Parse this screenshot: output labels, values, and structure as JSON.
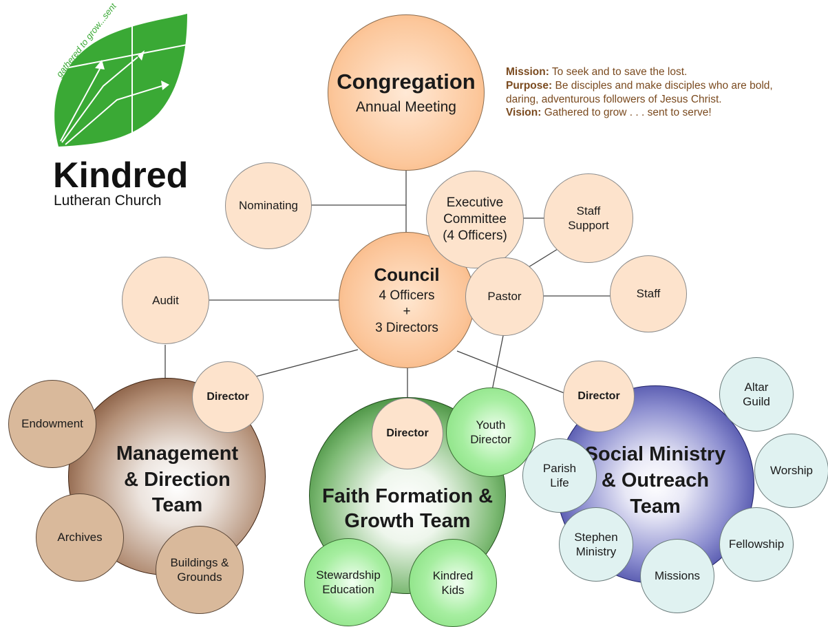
{
  "logo": {
    "tagline": "gathered to grow...sent to serve",
    "name": "Kindred",
    "subname": "Lutheran Church",
    "leaf_color": "#3aa935"
  },
  "info": {
    "mission_label": "Mission:",
    "mission_text": "To seek and to save the lost.",
    "purpose_label": "Purpose:",
    "purpose_text": "Be disciples and make disciples who are bold, daring, adventurous followers of Jesus Christ.",
    "vision_label": "Vision:",
    "vision_text": "Gathered to grow . . . sent to serve!"
  },
  "nodes": {
    "congregation": {
      "title": "Congregation",
      "subtitle": "Annual Meeting"
    },
    "council": {
      "title": "Council",
      "line1": "4 Officers",
      "line2": "+",
      "line3": "3 Directors"
    },
    "nominating": "Nominating",
    "executive": {
      "line1": "Executive",
      "line2": "Committee",
      "line3": "(4 Officers)"
    },
    "staff_support": {
      "line1": "Staff",
      "line2": "Support"
    },
    "pastor": "Pastor",
    "staff": "Staff",
    "audit": "Audit",
    "director_mgmt": "Director",
    "director_faith": "Director",
    "director_social": "Director"
  },
  "teams": {
    "management": {
      "title_line1": "Management",
      "title_line2": "& Direction",
      "title_line3": "Team",
      "items": {
        "endowment": "Endowment",
        "archives": "Archives",
        "buildings_line1": "Buildings &",
        "buildings_line2": "Grounds"
      }
    },
    "faith": {
      "title_line1": "Faith Formation &",
      "title_line2": "Growth Team",
      "items": {
        "youth_line1": "Youth",
        "youth_line2": "Director",
        "stewardship_line1": "Stewardship",
        "stewardship_line2": "Education",
        "kids_line1": "Kindred",
        "kids_line2": "Kids"
      }
    },
    "social": {
      "title_line1": "Social Ministry",
      "title_line2": "& Outreach",
      "title_line3": "Team",
      "items": {
        "altar_line1": "Altar",
        "altar_line2": "Guild",
        "worship": "Worship",
        "fellowship": "Fellowship",
        "missions": "Missions",
        "stephen_line1": "Stephen",
        "stephen_line2": "Ministry",
        "parish_line1": "Parish",
        "parish_line2": "Life"
      }
    }
  },
  "colors": {
    "info_text": "#7a4a1f",
    "light_peach": "#fde3cc",
    "orange": "#fbc396",
    "tan": "#d9b99b",
    "light_green": "#a6eea0",
    "light_teal": "#e0f2f1",
    "management_brown": "#6b3b20",
    "faith_green": "#2c7a25",
    "social_blue": "#34379a"
  }
}
